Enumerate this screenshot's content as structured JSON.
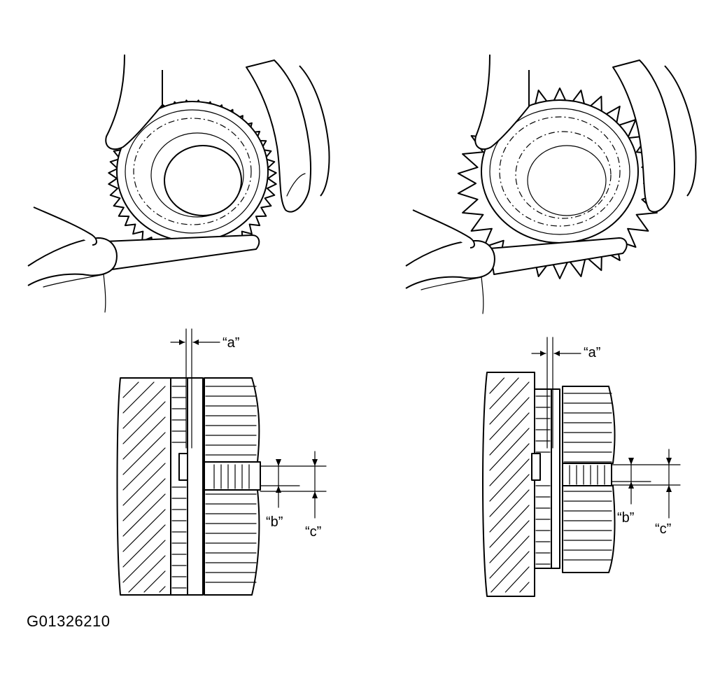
{
  "figure": {
    "id": "G01326210",
    "panels": [
      {
        "name": "left",
        "labels": {
          "a": "“a”",
          "b": "“b”",
          "c": "“c”"
        }
      },
      {
        "name": "right",
        "labels": {
          "a": "“a”",
          "b": "“b”",
          "c": "“c”"
        }
      }
    ]
  },
  "colors": {
    "ink": "#000000",
    "paper": "#ffffff"
  },
  "icons": [
    "hand-with-feeler-gauge",
    "synchronizer-ring",
    "helical-gear"
  ]
}
